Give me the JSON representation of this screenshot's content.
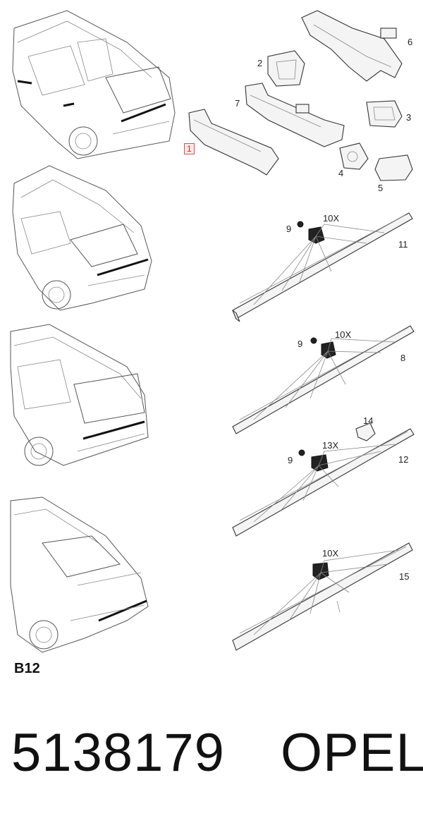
{
  "labels": {
    "l1": "1",
    "l2": "2",
    "l3": "3",
    "l4": "4",
    "l5": "5",
    "l6": "6",
    "l7": "7",
    "l9a": "9",
    "l10a": "10X",
    "l11": "11",
    "l9b": "9",
    "l10b": "10X",
    "l8": "8",
    "l14": "14",
    "l9c": "9",
    "l13": "13X",
    "l12": "12",
    "l10d": "10X",
    "l15": "15"
  },
  "section_code": "B12",
  "part_number": "5138179",
  "brand": "OPEL",
  "colors": {
    "highlight_border": "#d9534f",
    "highlight_fill": "#fde8e8",
    "line": "#555555"
  }
}
